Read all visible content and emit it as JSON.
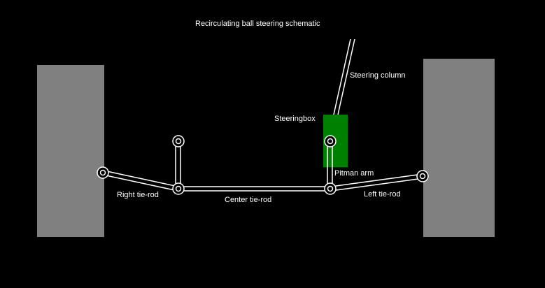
{
  "title": "Recirculating ball steering schematic",
  "labels": {
    "steering_column": "Steering column",
    "steeringbox": "Steeringbox",
    "pitman_arm": "Pitman arm",
    "right_tie_rod": "Right tie-rod",
    "center_tie_rod": "Center tie-rod",
    "left_tie_rod": "Left tie-rod"
  },
  "colors": {
    "background": "#000000",
    "wheel": "#808080",
    "steeringbox": "#008000",
    "line": "#ffffff",
    "text": "#ffffff"
  }
}
